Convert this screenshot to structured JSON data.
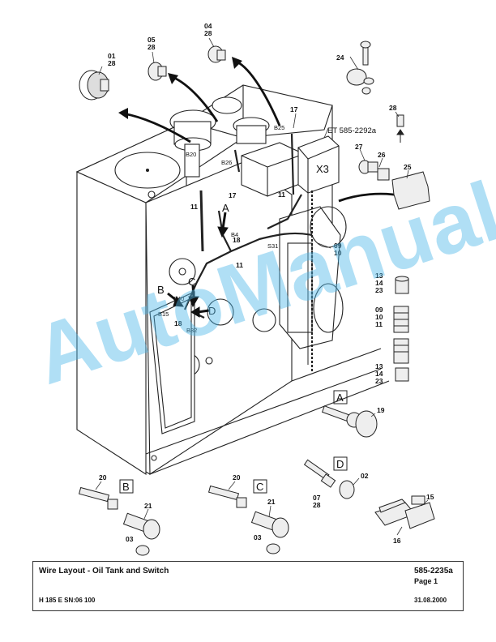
{
  "watermark": "AutoManual",
  "callouts": {
    "c01": "01",
    "c28a": "28",
    "c05": "05",
    "c28b": "28",
    "c04": "04",
    "c28c": "28",
    "c24": "24",
    "c28d": "28",
    "c17a": "17",
    "c17b": "17",
    "c27": "27",
    "c26": "26",
    "c25": "25",
    "c11a": "11",
    "c11b": "11",
    "c11c": "11",
    "c18a": "18",
    "c18b": "18",
    "c09a": "09",
    "c10a": "10",
    "c13a": "13",
    "c14a": "14",
    "c23a": "23",
    "c09b": "09",
    "c10b": "10",
    "c11d": "11",
    "c13b": "13",
    "c14b": "14",
    "c23b": "23",
    "c19": "19",
    "c02": "02",
    "c07": "07",
    "c28e": "28",
    "c20a": "20",
    "c21a": "21",
    "c03a": "03",
    "c20b": "20",
    "c21b": "21",
    "c03b": "03",
    "c15": "15",
    "c16": "16"
  },
  "wire_labels": {
    "b25": "B25",
    "b26": "B26",
    "b20": "B20",
    "b4": "B4",
    "s31": "S31",
    "b40": "B40",
    "b15": "B15",
    "b32": "B32",
    "x3": "X3",
    "et_ref": "ET 585-2292a"
  },
  "detail_letters": {
    "a": "A",
    "b": "B",
    "c": "C",
    "d": "D",
    "box_a": "A",
    "box_b": "B",
    "box_c": "C",
    "box_d": "D"
  },
  "footer": {
    "title": "Wire Layout - Oil Tank and Switch",
    "doc_number": "585-2235a",
    "page": "Page 1",
    "model": "H 185 E SN:06 100",
    "date": "31.08.2000"
  }
}
